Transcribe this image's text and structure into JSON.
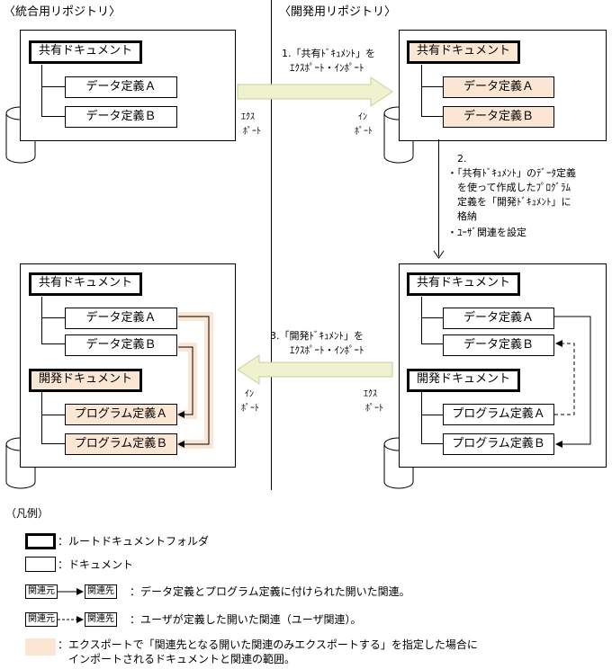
{
  "headers": {
    "integration": "〈統合用リポジトリ〉",
    "development": "〈開発用リポジトリ〉"
  },
  "docs": {
    "shared_doc": "共有ドキュメント",
    "dev_doc": "開発ドキュメント",
    "data_def_a": "データ定義Ａ",
    "data_def_b": "データ定義Ｂ",
    "prog_def_a": "プログラム定義Ａ",
    "prog_def_b": "プログラム定義Ｂ"
  },
  "steps": {
    "step1_line1": "1.「共有ﾄﾞｷｭﾒﾝﾄ」を",
    "step1_line2": "ｴｸｽﾎﾟｰﾄ・ｲﾝﾎﾟｰﾄ",
    "step2_num": "2.",
    "step2_l1": "・「共有ﾄﾞｷｭﾒﾝﾄ」のﾃﾞｰﾀ定義",
    "step2_l2": "を使って作成したﾌﾟﾛｸﾞﾗﾑ",
    "step2_l3": "定義を「開発ﾄﾞｷｭﾒﾝﾄ」に",
    "step2_l4": "格納",
    "step2_l5": "・ﾕｰｻﾞ関連を設定",
    "step3_line1": "3.「開発ﾄﾞｷｭﾒﾝﾄ」を",
    "step3_line2": "ｴｸｽﾎﾟｰﾄ・ｲﾝﾎﾟｰﾄ"
  },
  "arrow_labels": {
    "export_1": "ｴｸｽ",
    "export_2": "ﾎﾟｰﾄ",
    "import_1": "ｲﾝ",
    "import_2": "ﾎﾟｰﾄ"
  },
  "legend": {
    "title": "（凡例）",
    "root_folder": "：ルートドキュメントフォルダ",
    "document": "：ドキュメント",
    "from": "関連元",
    "to": "関連先",
    "open_rel": "：データ定義とプログラム定義に付けられた開いた関連。",
    "user_rel": "：ユーザが定義した開いた関連（ユーザ関連）。",
    "scope_1": "：エクスポートで「関連先となる開いた関連のみエクスポートする」を指定した場合に",
    "scope_2": "インポートされるドキュメントと関連の範囲。"
  },
  "colors": {
    "highlight": "#fbe6d4",
    "arrow_fill": "#eef2cf",
    "arrow_stroke": "#c8cf9a"
  }
}
